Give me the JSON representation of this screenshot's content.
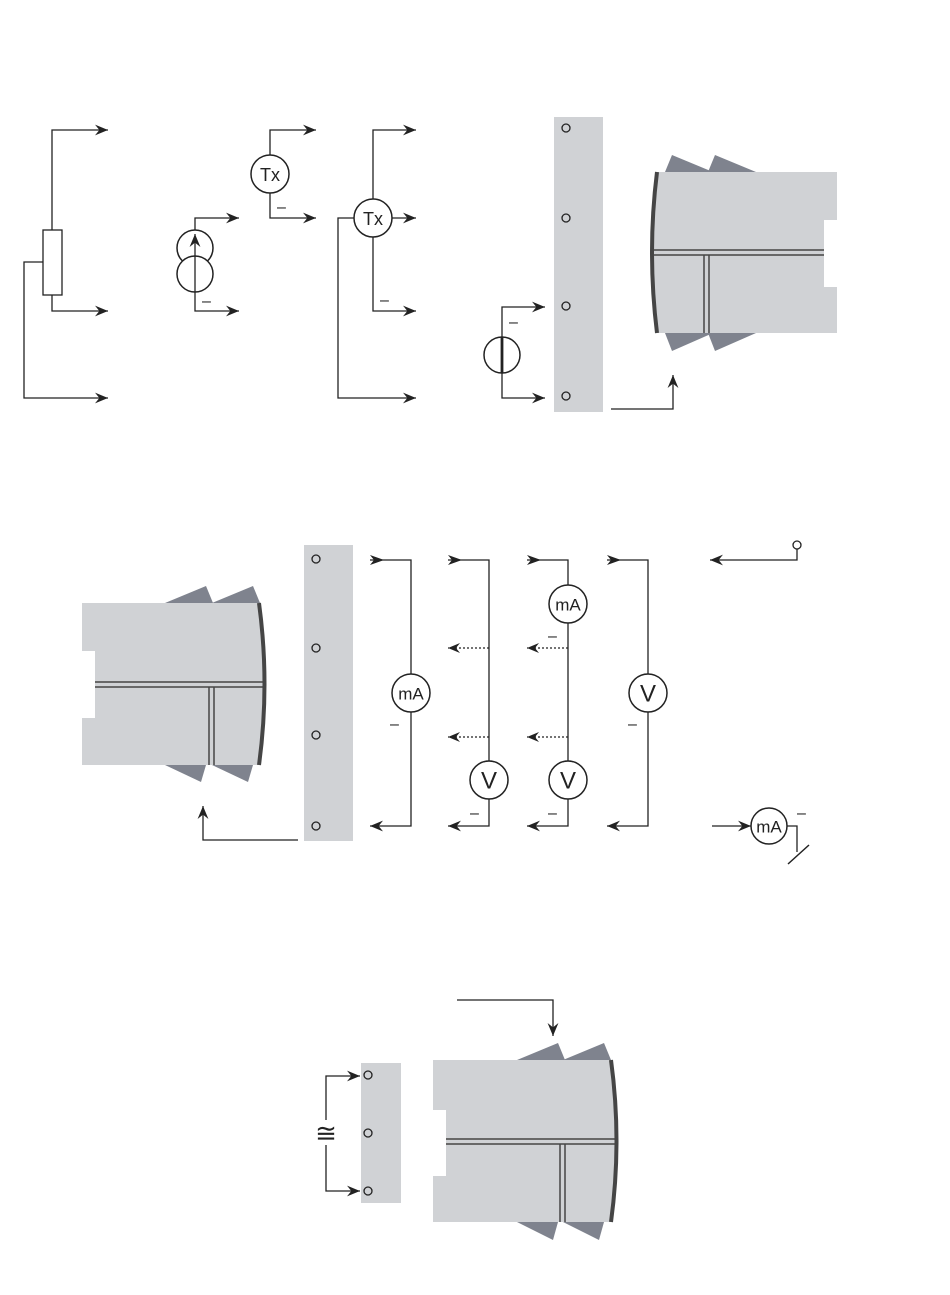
{
  "colors": {
    "ink": "#222222",
    "terminal_strip": "#d0d2d5",
    "housing": "#d0d2d5",
    "clip": "#7f838e",
    "housing_edge": "#454545"
  },
  "icons": {
    "arrow": "arrowhead-icon",
    "meter": "circle-meter-icon",
    "source": "current-source-icon",
    "ac": "ac-supply-icon"
  },
  "input_section": {
    "transmitter_2wire": {
      "label": "Tx",
      "minus": "–"
    },
    "transmitter_3wire": {
      "label": "Tx",
      "minus": "–"
    },
    "current_source": {
      "minus": "–"
    },
    "external_source": {
      "minus": "–"
    }
  },
  "output_section": {
    "ammeter_1": {
      "label": "mA",
      "minus": "–"
    },
    "voltmeter_1": {
      "label": "V",
      "minus": "–"
    },
    "ammeter_2": {
      "label": "mA",
      "minus": "–"
    },
    "voltmeter_2": {
      "label": "V",
      "minus": "–"
    },
    "voltmeter_3": {
      "label": "V",
      "minus": "–"
    },
    "ammeter_3": {
      "label": "mA",
      "minus": "–"
    }
  },
  "power_section": {
    "ac_symbol": "≅"
  }
}
